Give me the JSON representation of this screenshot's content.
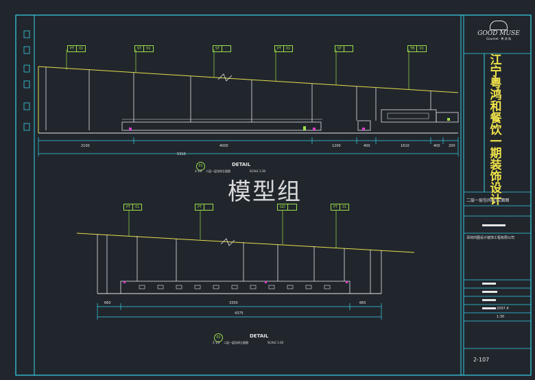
{
  "watermark": "模型组",
  "logo": {
    "text": "GOOD MUSE",
    "sub": "Gourmet · 粤 鸿 和"
  },
  "title_block": {
    "project_title": "江宁粤鸿和餐饮一期装饰设计",
    "drawing_name": "二层一层包间(2)立面图",
    "company": "深圳鸿图设计装饰工程有限公司",
    "date": "2007.4",
    "scale": "1:30",
    "sheet_no": "2-107"
  },
  "elevation1": {
    "detail_no": "01",
    "detail_ref": "2-1/2",
    "detail_word": "DETAIL",
    "caption": "二层一层包间立面图",
    "scale_text": "SCALE 1:30",
    "tags": [
      {
        "code": "PT",
        "num": "01"
      },
      {
        "code": "ST",
        "num": "01"
      },
      {
        "code": "ST",
        "num": ""
      },
      {
        "code": "PT",
        "num": "01"
      },
      {
        "code": "ST",
        "num": ""
      },
      {
        "code": "TB",
        "num": "01"
      }
    ],
    "dims": [
      "2100",
      "4000",
      "1200",
      "400",
      "1610",
      "400",
      "200"
    ],
    "total": "5310"
  },
  "elevation2": {
    "detail_no": "02",
    "detail_ref": "2-1/2",
    "detail_word": "DETAIL",
    "caption": "二层一层包间立面图",
    "scale_text": "SCALE 1:30",
    "tags": [
      {
        "code": "PT",
        "num": "01"
      },
      {
        "code": "PT",
        "num": ""
      },
      {
        "code": "GD",
        "num": ""
      },
      {
        "code": "PT",
        "num": "01"
      }
    ],
    "dims": [
      "660",
      "3350",
      "665"
    ],
    "total": "4375"
  },
  "colors": {
    "background": "#21262d",
    "frame_cyan": "#37d3e8",
    "outline_white": "#e6e6e6",
    "yellow": "#e6e04a",
    "tag_green": "#9ee04a",
    "magenta": "#e040c8"
  }
}
